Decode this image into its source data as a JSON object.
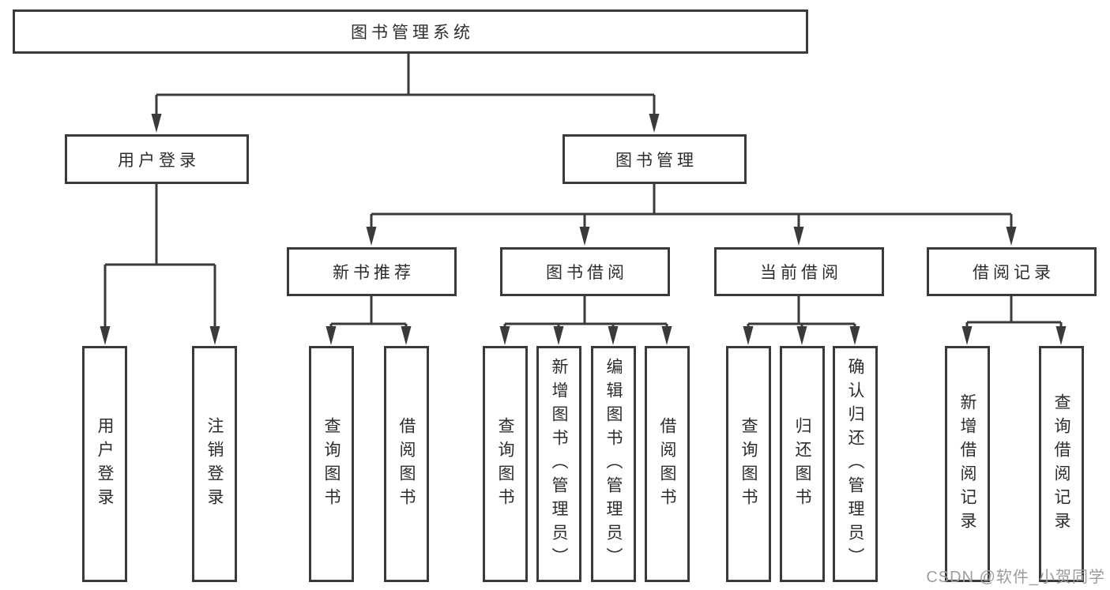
{
  "tree": {
    "root": {
      "label": "图书管理系统",
      "children": [
        {
          "label": "用户登录",
          "children": [
            {
              "label": "用户登录"
            },
            {
              "label": "注销登录"
            }
          ]
        },
        {
          "label": "图书管理",
          "children": [
            {
              "label": "新书推荐",
              "children": [
                {
                  "label": "查询图书"
                },
                {
                  "label": "借阅图书"
                }
              ]
            },
            {
              "label": "图书借阅",
              "children": [
                {
                  "label": "查询图书"
                },
                {
                  "label": "新增图书（管理员）"
                },
                {
                  "label": "编辑图书（管理员）"
                },
                {
                  "label": "借阅图书"
                }
              ]
            },
            {
              "label": "当前借阅",
              "children": [
                {
                  "label": "查询图书"
                },
                {
                  "label": "归还图书"
                },
                {
                  "label": "确认归还（管理员）"
                }
              ]
            },
            {
              "label": "借阅记录",
              "children": [
                {
                  "label": "新增借阅记录"
                },
                {
                  "label": "查询借阅记录"
                }
              ]
            }
          ]
        }
      ]
    }
  },
  "watermark": {
    "text": "CSDN @软件_小贺同学"
  },
  "colors": {
    "line": "#3a3a3a",
    "text": "#2d2d2d",
    "watermark": "#9c9c9c",
    "background": "#ffffff"
  }
}
